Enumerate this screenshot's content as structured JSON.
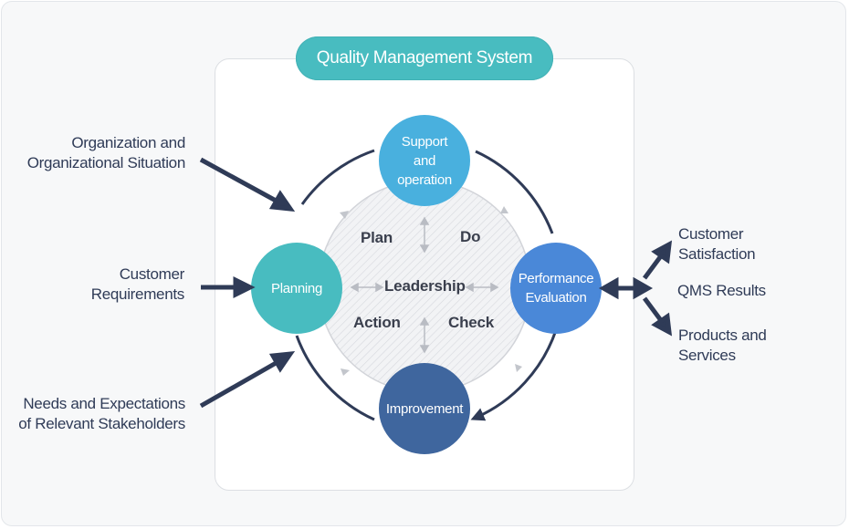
{
  "title": "Quality Management System",
  "inputs": {
    "org": [
      "Organization and",
      "Organizational Situation"
    ],
    "customer": [
      "Customer",
      "Requirements"
    ],
    "needs": [
      "Needs and Expectations",
      "of Relevant Stakeholders"
    ]
  },
  "outputs": {
    "satisfaction": [
      "Customer",
      "Satisfaction"
    ],
    "qms": "QMS Results",
    "products": [
      "Products and",
      "Services"
    ]
  },
  "nodes": {
    "support": "Support\nand\noperation",
    "planning": "Planning",
    "performance": "Performance\nEvaluation",
    "improvement": "Improvement"
  },
  "pdca": {
    "plan": "Plan",
    "do": "Do",
    "action": "Action",
    "check": "Check",
    "center": "Leadership"
  },
  "colors": {
    "teal": "#48bcc0",
    "support": "#49b0de",
    "performance": "#4a88d8",
    "improvement": "#3f669e",
    "navy": "#2f3b57"
  }
}
